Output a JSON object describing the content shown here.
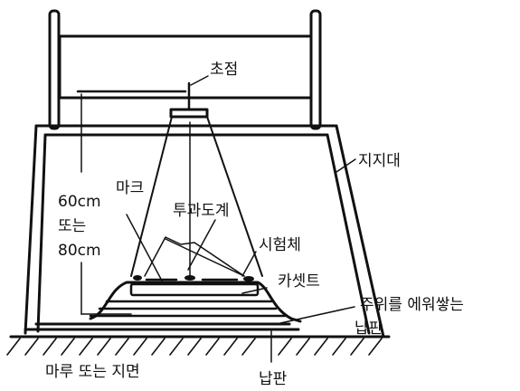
{
  "labels": {
    "focus": "초점",
    "support": "지지대",
    "distance_60": "60cm",
    "distance_or": "또는",
    "distance_80": "80cm",
    "marker": "마크",
    "penetrameter": "투과도계",
    "specimen": "시험체",
    "cassette": "카셋트",
    "surround_lead_line1": "주위를 에워쌓는",
    "surround_lead_line2": "납판",
    "floor": "마루 또는 지면",
    "bottom_lead": "납판"
  }
}
